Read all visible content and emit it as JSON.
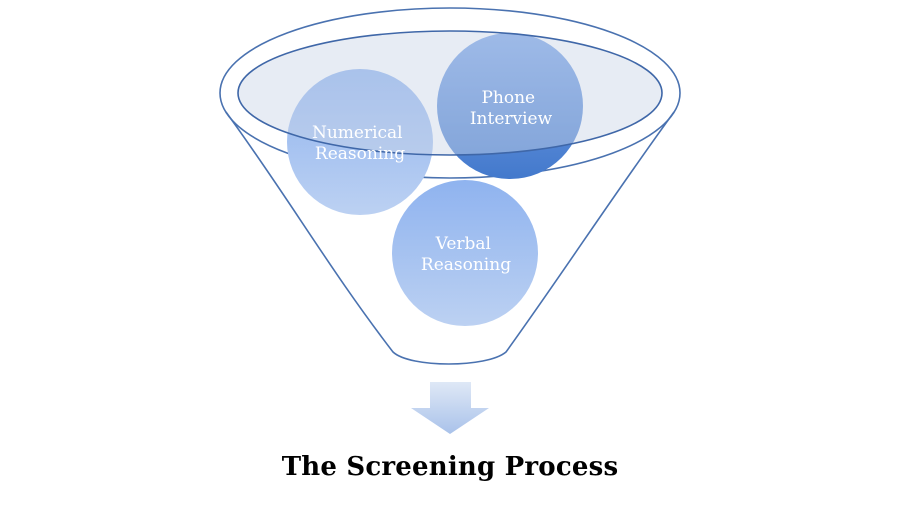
{
  "diagram": {
    "title": "The Screening Process",
    "colors": {
      "funnel_outline": "#4a72b0",
      "funnel_top_fill": "#dde4ef",
      "bubble_light": "#a8c4f0",
      "bubble_dark": "#4f86d4",
      "arrow_light": "#d6e2f5",
      "arrow_dark": "#9fbbe6"
    },
    "stages": [
      {
        "id": "numerical",
        "line1": "Numerical",
        "line2": "Reasoning"
      },
      {
        "id": "phone",
        "line1": "Phone",
        "line2": "Interview"
      },
      {
        "id": "verbal",
        "line1": "Verbal",
        "line2": "Reasoning"
      }
    ]
  }
}
